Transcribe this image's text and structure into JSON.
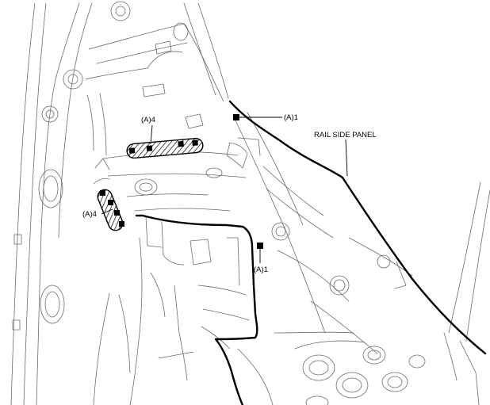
{
  "labels": {
    "a1_top": "(A)1",
    "a4_top": "(A)4",
    "a4_left": "(A)4",
    "a1_bottom": "(A)1",
    "rail_side_panel": "RAIL SIDE PANEL"
  },
  "colors": {
    "outline": "#000000",
    "line_art": "#6b6b6b",
    "hatch": "#000000",
    "background": "#ffffff"
  }
}
